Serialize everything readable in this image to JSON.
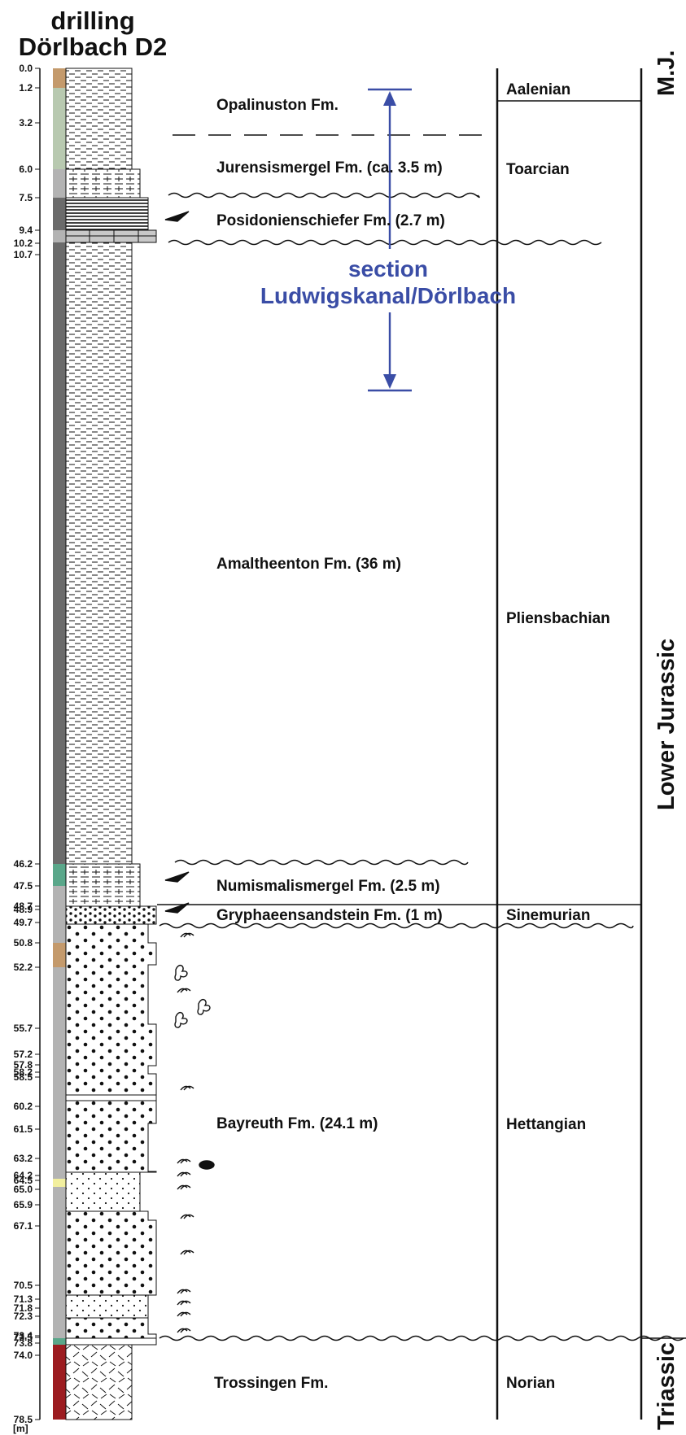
{
  "title": {
    "line1": "drilling",
    "line2": "Dörlbach D2"
  },
  "unit_label": "[m]",
  "depth_ticks": [
    "0.0",
    "1.2",
    "3.2",
    "6.0",
    "7.5",
    "9.4",
    "10.2",
    "10.7",
    "46.2",
    "47.5",
    "48.7",
    "48.9",
    "49.7",
    "50.8",
    "52.2",
    "55.7",
    "57.2",
    "57.8",
    "58.2",
    "58.5",
    "60.2",
    "61.5",
    "63.2",
    "64.2",
    "64.5",
    "65.0",
    "65.9",
    "67.1",
    "70.5",
    "71.3",
    "71.8",
    "72.3",
    "73.4",
    "73.5",
    "73.8",
    "74.0",
    "78.5"
  ],
  "formations": [
    {
      "name": "Opalinuston Fm."
    },
    {
      "name": "Jurensismergel Fm. (ca. 3.5 m)"
    },
    {
      "name": "Posidonienschiefer  Fm. (2.7 m)"
    },
    {
      "name": "Amaltheenton Fm. (36 m)"
    },
    {
      "name": "Numismalismergel Fm. (2.5 m)"
    },
    {
      "name": "Gryphaeensandstein Fm. (1 m)"
    },
    {
      "name": "Bayreuth Fm. (24.1 m)"
    },
    {
      "name": "Trossingen Fm."
    }
  ],
  "stages": [
    "Aalenian",
    "Toarcian",
    "Pliensbachian",
    "Sinemurian",
    "Hettangian",
    "Norian"
  ],
  "series": [
    "M.J.",
    "Lower Jurassic",
    "Triassic"
  ],
  "section": {
    "line1": "section",
    "line2": "Ludwigskanal/Dörlbach"
  },
  "colors": {
    "accent": "#3a4da6",
    "dark_grey": "#6b6b6b",
    "light_grey": "#b3b3b3",
    "tan": "#c49a6c",
    "sage": "#b8c9b0",
    "teal": "#5aa78a",
    "yellow": "#f2ef9e",
    "red": "#9c1c20"
  }
}
